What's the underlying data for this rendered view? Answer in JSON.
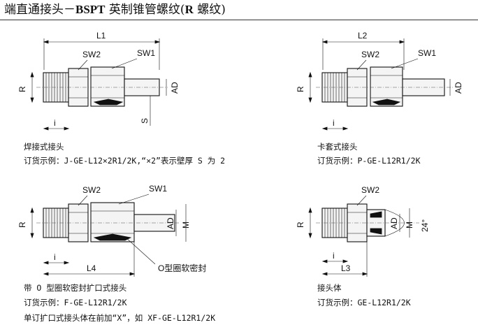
{
  "header": {
    "title_cn": "端直通接头－",
    "title_bold": "BSPT",
    "title_mid": " 英制锥管螺纹(",
    "title_bold2": "R",
    "title_end": " 螺纹)"
  },
  "fig1": {
    "labels": {
      "l": "L1",
      "sw2": "SW2",
      "sw1": "SW1",
      "r": "R",
      "ad": "AD",
      "s": "S",
      "i": "i"
    },
    "caption": "焊接式接头",
    "example": "订货示例：J-GE-L12×2R1/2K,“×2”表示壁厚 S 为 2"
  },
  "fig2": {
    "labels": {
      "l": "L2",
      "sw2": "SW2",
      "sw1": "SW1",
      "r": "R",
      "ad": "AD",
      "i": "i"
    },
    "caption": "卡套式接头",
    "example": "订货示例：P-GE-L12R1/2K"
  },
  "fig3": {
    "labels": {
      "l": "L4",
      "sw2": "SW2",
      "sw1": "SW1",
      "r": "R",
      "ad": "AD",
      "m": "M",
      "i": "i",
      "seal": "O型圈软密封"
    },
    "caption": "带 O 型圈软密封扩口式接头",
    "example": "订货示例：F-GE-L12R1/2K",
    "note": "单订扩口式接头体在前加“X”，如 XF-GE-L12R1/2K"
  },
  "fig4": {
    "labels": {
      "l": "L3",
      "sw2": "SW2",
      "r": "R",
      "ad": "AD",
      "m": "M",
      "angle": "24°",
      "i": "i"
    },
    "caption": "接头体",
    "example": "订货示例：GE-L12R1/2K"
  }
}
